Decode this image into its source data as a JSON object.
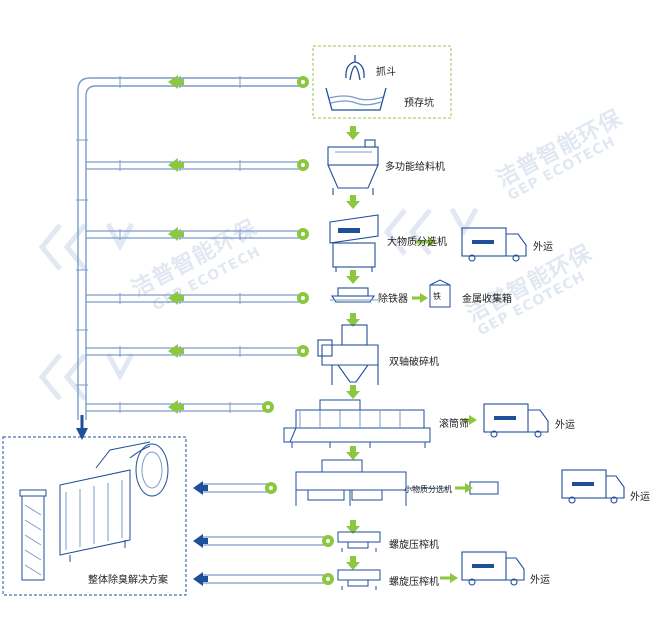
{
  "labels": {
    "grab": "抓斗",
    "pit": "预存坑",
    "feeder": "多功能给料机",
    "bulky_sorter": "大物质分选机",
    "iron_remover": "除铁器",
    "metal_box": "金属收集箱",
    "iron_badge": "铁",
    "shredder": "双轴破碎机",
    "drum_screen": "滚筒筛",
    "small_sorter": "小物质分选机",
    "screw_press_1": "螺旋压榨机",
    "screw_press_2": "螺旋压榨机",
    "export_1": "外运",
    "export_2": "外运",
    "export_3": "外运",
    "export_4": "外运",
    "deodorization": "整体除臭解决方案"
  },
  "watermark": {
    "cn": "洁普智能环保",
    "en": "GEP ECOTECH"
  },
  "colors": {
    "line": "#1f4f9a",
    "pipe": "#7a9cc9",
    "arrow_green": "#8dc63f",
    "arrow_blue": "#1f4f9a",
    "dash_green": "#9bc54a",
    "dash_blue": "#1f4f9a",
    "watermark": "#c9d6e8"
  }
}
